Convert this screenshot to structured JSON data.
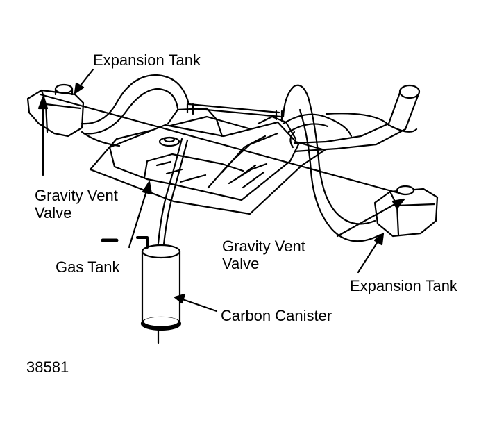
{
  "labels": {
    "expansion_tank_left": "Expansion Tank",
    "gravity_vent_valve_left_l1": "Gravity Vent",
    "gravity_vent_valve_left_l2": "Valve",
    "gas_tank": "Gas Tank",
    "gravity_vent_valve_right_l1": "Gravity Vent",
    "gravity_vent_valve_right_l2": "Valve",
    "expansion_tank_right": "Expansion Tank",
    "carbon_canister": "Carbon Canister"
  },
  "figure_number": "38581",
  "colors": {
    "line": "#000000",
    "background": "#ffffff"
  }
}
